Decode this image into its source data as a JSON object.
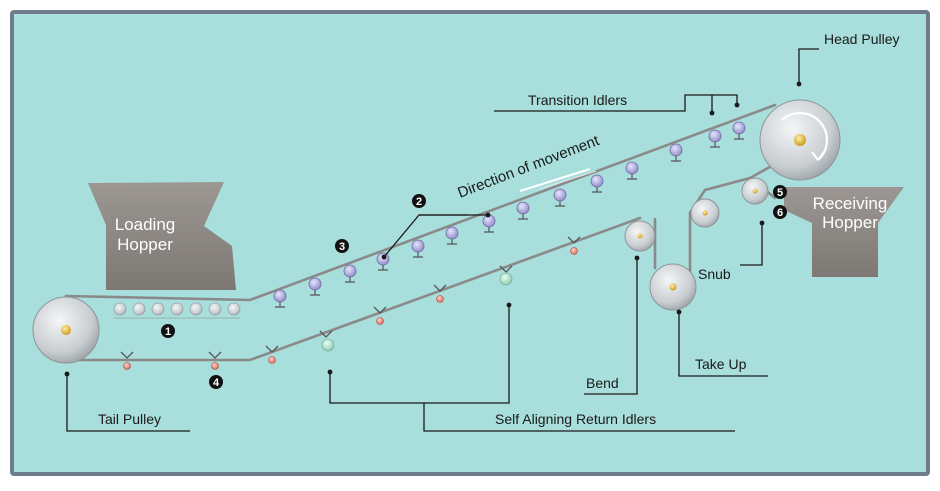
{
  "colors": {
    "background": "#a8dedb",
    "frame": "#6f7c8c",
    "belt": "#8a8a8a",
    "pulley": "#cfd3d6",
    "hub": "#e2b32c",
    "hopper": "#8f8a87",
    "carry_idler": "#a6a3d6",
    "return_idler": "#e07c72",
    "aligning_idler": "#a8d8c4",
    "leader": "#1a1a1a"
  },
  "labels": {
    "head_pulley": "Head Pulley",
    "transition_idlers": "Transition Idlers",
    "direction": "Direction of movement",
    "loading_hopper_1": "Loading",
    "loading_hopper_2": "Hopper",
    "receiving_hopper_1": "Receiving",
    "receiving_hopper_2": "Hopper",
    "snub": "Snub",
    "take_up": "Take Up",
    "bend": "Bend",
    "tail_pulley": "Tail Pulley",
    "self_aligning": "Self Aligning Return Idlers"
  },
  "markers": [
    "1",
    "2",
    "3",
    "4",
    "5",
    "6"
  ]
}
